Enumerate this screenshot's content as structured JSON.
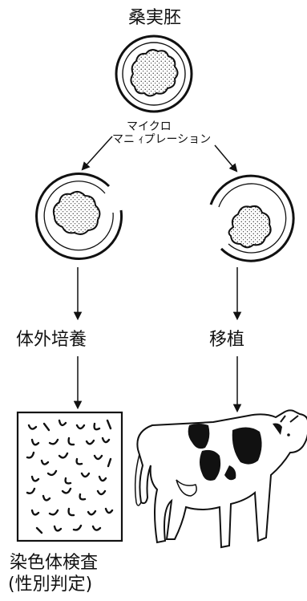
{
  "title": "桑実胚",
  "step": {
    "micromanipulation_line1": "マイクロ",
    "micromanipulation_line2": "マニ ｨプレーション"
  },
  "left_branch": {
    "process_label": "体外培養",
    "result_label_line1": "染色体検査",
    "result_label_line2": "(性別判定)"
  },
  "right_branch": {
    "process_label": "移植"
  },
  "icons": [
    "morula-embryo-icon",
    "split-embryo-half-icon",
    "chromosome-spread-icon",
    "cow-icon",
    "arrow-down-icon"
  ],
  "colors": {
    "ink": "#111111",
    "background": "#ffffff"
  }
}
